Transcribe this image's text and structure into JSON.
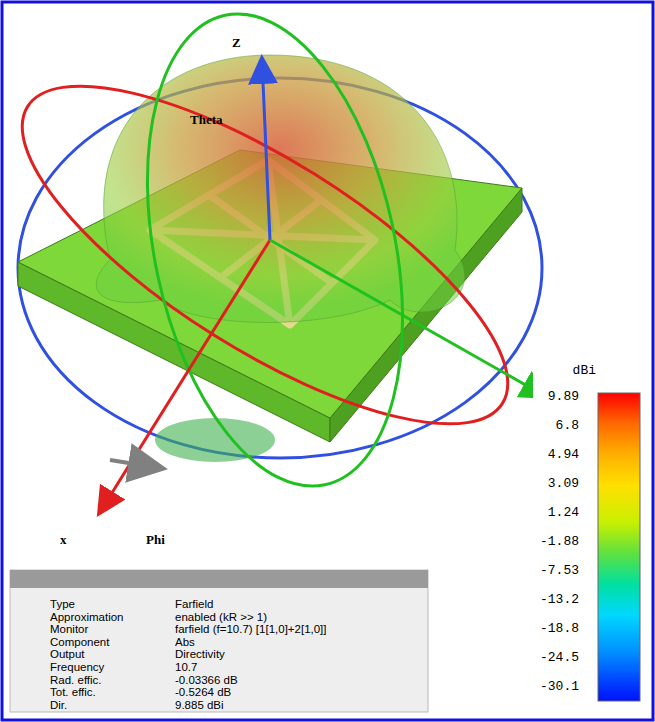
{
  "diagram": {
    "labels": [
      "Z",
      "Theta",
      "x",
      "Phi",
      "Type",
      "Farfield",
      "Approximation",
      "enabled (kR >> 1)",
      "Monitor",
      "farfield (f=10.7) [1[1,0]+2[1,0]]",
      "Component",
      "Abs",
      "Output",
      "Directivity",
      "Frequency",
      "10.7",
      "Rad. effic.",
      "-0.03366 dB",
      "Tot. effic.",
      "-0.5264 dB",
      "Dir.",
      "9.885 dBi",
      "dBi",
      "9.89",
      "6.8",
      "4.94",
      "3.09",
      "1.24",
      "-1.88",
      "-7.53",
      "-13.2",
      "-18.8",
      "-24.5",
      "-30.1"
    ]
  }
}
